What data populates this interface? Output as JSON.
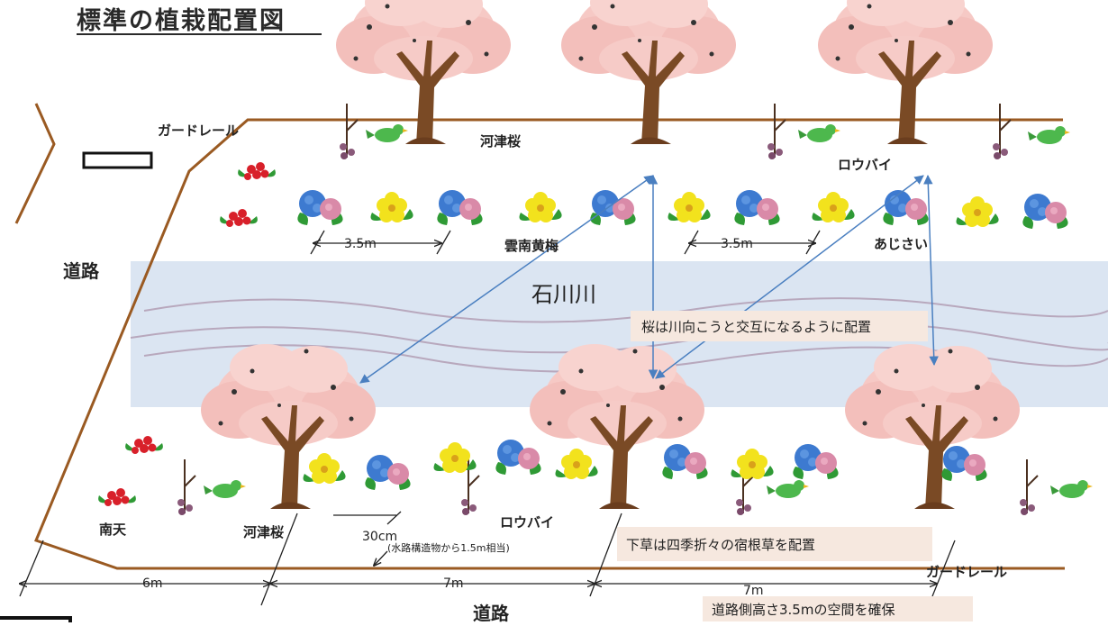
{
  "title": "標準の植栽配置図",
  "labels": {
    "guardrail_top": "ガードレール",
    "guardrail_bottom": "ガードレール",
    "road_left": "道路",
    "road_bottom": "道路",
    "river": "石川川",
    "kawazu_top": "河津桜",
    "kawazu_bottom": "河津桜",
    "roubai_top": "ロウバイ",
    "roubai_bottom": "ロウバイ",
    "unnan": "雲南黄梅",
    "ajisai": "あじさい",
    "nanten": "南天"
  },
  "dimensions": {
    "d1": "3.5m",
    "d2": "3.5m",
    "d3": "6m",
    "d4": "7m",
    "d5": "7m",
    "d6": "30cm"
  },
  "notes": {
    "water_note": "(水路構造物から1.5m相当)",
    "sakura_note": "桜は川向こうと交互になるように配置",
    "shitakusa_note": "下草は四季折々の宿根草を配置",
    "road_height_note": "道路側高さ3.5mの空間を確保"
  },
  "colors": {
    "boundary": "#9a5a22",
    "blossom": "#f6c9c5",
    "trunk": "#7a4a25",
    "river": "#dbe5f2",
    "connector": "#4a7fc0",
    "hydrangea_blue": "#3d7ad0",
    "hydrangea_pink": "#d98aa8",
    "yellow_flower": "#f2e21d",
    "leaf": "#2f9a35",
    "bird": "#4db84d",
    "berry": "#d8202a"
  },
  "icons": {
    "tree": "sakura-tree-icon",
    "hydrangea": "hydrangea-icon",
    "yellow": "yellow-flower-icon",
    "nandina": "nandina-icon",
    "bird": "bird-icon"
  }
}
